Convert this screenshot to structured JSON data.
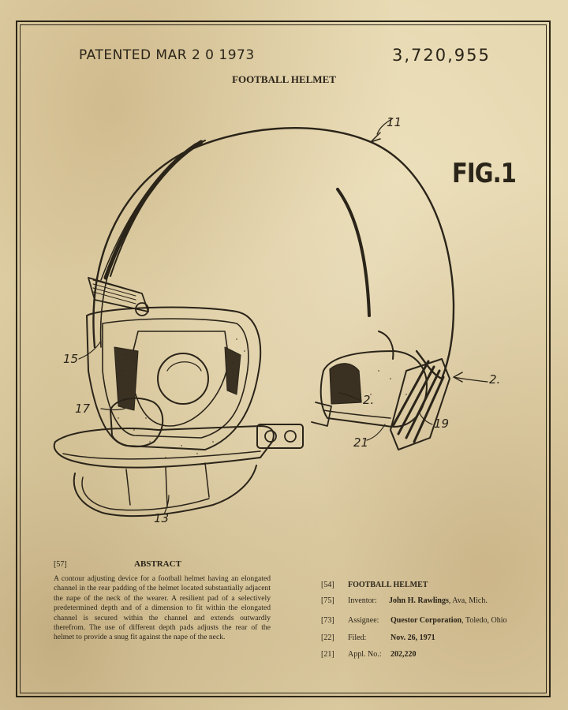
{
  "header": {
    "patented": "PATENTED MAR 2 0 1973",
    "patent_number": "3,720,955",
    "title": "FOOTBALL HELMET",
    "figure_label": "FIG.1"
  },
  "reference_numerals": {
    "r11": "11",
    "r2a": "2.",
    "r2b": "2.",
    "r15": "15",
    "r17": "17",
    "r13": "13",
    "r19": "19",
    "r21": "21"
  },
  "abstract": {
    "code": "[57]",
    "heading": "ABSTRACT",
    "text": "A contour adjusting device for a football helmet having an elongated channel in the rear padding of the helmet located substantially adjacent the nape of the neck of the wearer. A resilient pad of a selectively predetermined depth and of a dimension to fit within the elongated channel is secured within the channel and extends outwardly therefrom. The use of different depth pads adjusts the rear of the helmet to provide a snug fit against the nape of the neck."
  },
  "meta": {
    "title_code": "[54]",
    "title": "FOOTBALL HELMET",
    "inventor_code": "[75]",
    "inventor_label": "Inventor:",
    "inventor_name": "John H. Rawlings",
    "inventor_place": ", Ava, Mich.",
    "assignee_code": "[73]",
    "assignee_label": "Assignee:",
    "assignee_name": "Questor Corporation",
    "assignee_place": ", Toledo, Ohio",
    "filed_code": "[22]",
    "filed_label": "Filed:",
    "filed_value": "Nov. 26, 1971",
    "appl_code": "[21]",
    "appl_label": "Appl. No.:",
    "appl_value": "202,220"
  }
}
